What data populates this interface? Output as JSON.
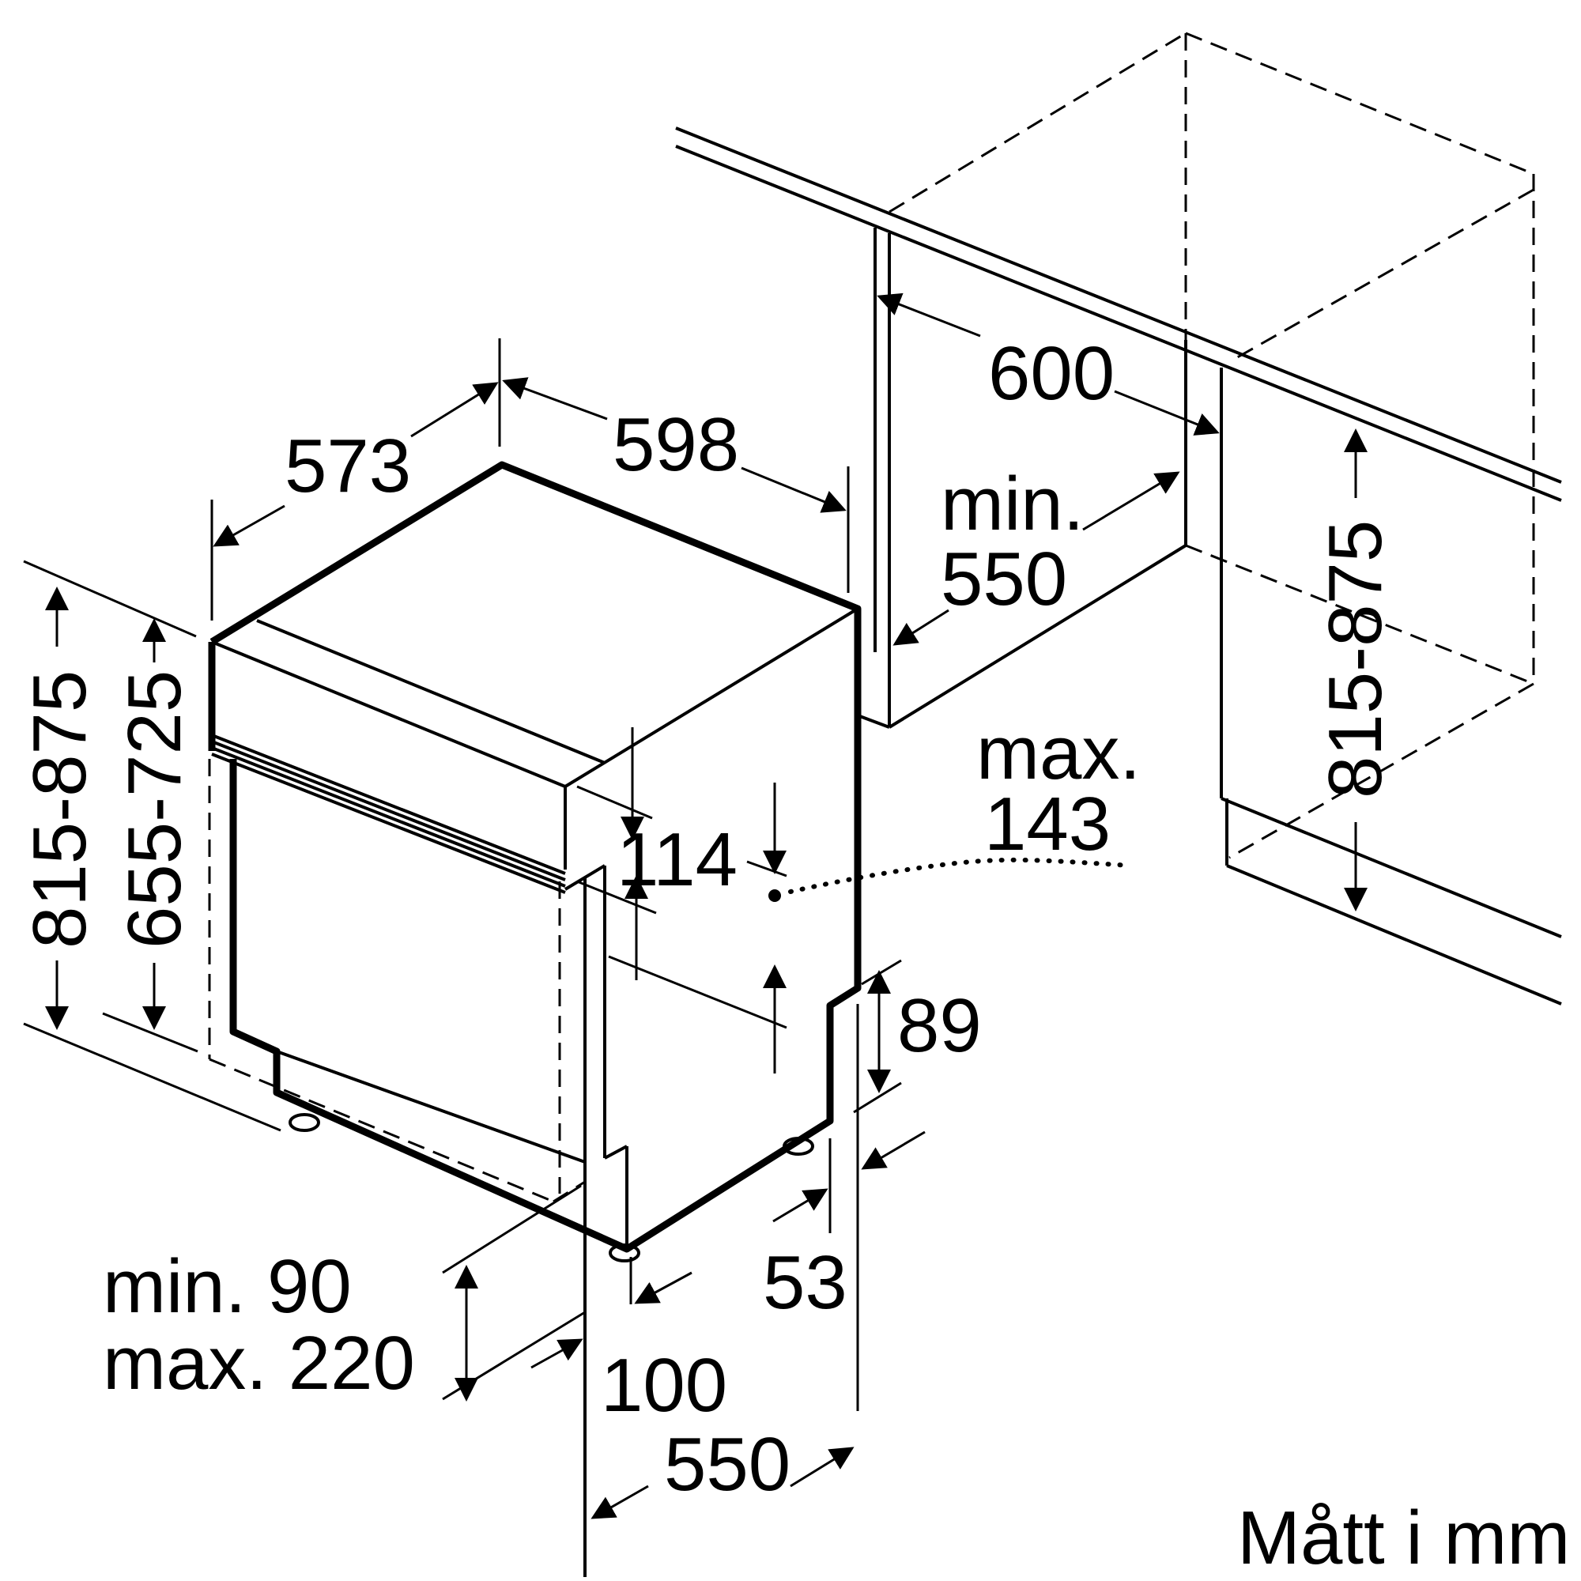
{
  "labels": {
    "width_depth": "573",
    "width": "598",
    "niche_width": "600",
    "niche_min_label": "min.",
    "niche_min_value": "550",
    "panel_max_label": "max.",
    "panel_max_value": "143",
    "panel_height": "114",
    "plinth_height": "89",
    "height_range_total": "815-875",
    "height_range_body": "655-725",
    "niche_height_range": "815-875",
    "plinth_min": "min. 90",
    "plinth_max": "max. 220",
    "front_offset": "100",
    "rear_offset": "53",
    "depth": "550"
  },
  "footer": {
    "units_note": "Mått i mm"
  },
  "colors": {
    "line": "#000000",
    "background": "#ffffff"
  }
}
